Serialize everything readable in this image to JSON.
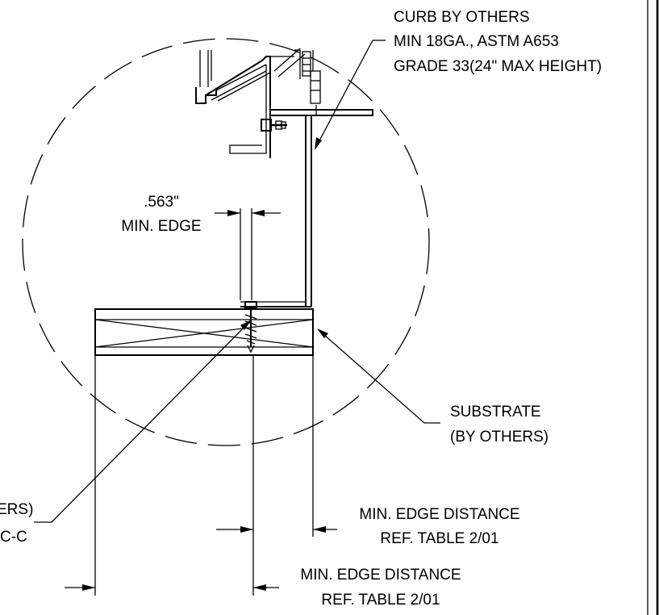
{
  "labels": {
    "curb_line1": "CURB BY OTHERS",
    "curb_line2": "MIN 18GA., ASTM A653",
    "curb_line3": "GRADE 33(24\" MAX HEIGHT)",
    "edge_value": ".563\"",
    "edge_label": "MIN. EDGE",
    "substrate_line1": "SUBSTRATE",
    "substrate_line2": "(BY OTHERS)",
    "fastener_line1_partial": "ERS)",
    "fastener_line2_partial": "C-C",
    "min_edge_dist_1_line1": "MIN. EDGE DISTANCE",
    "min_edge_dist_1_line2": "REF. TABLE 2/01",
    "min_edge_dist_2_line1": "MIN. EDGE DISTANCE",
    "min_edge_dist_2_line2": "REF. TABLE 2/01"
  }
}
